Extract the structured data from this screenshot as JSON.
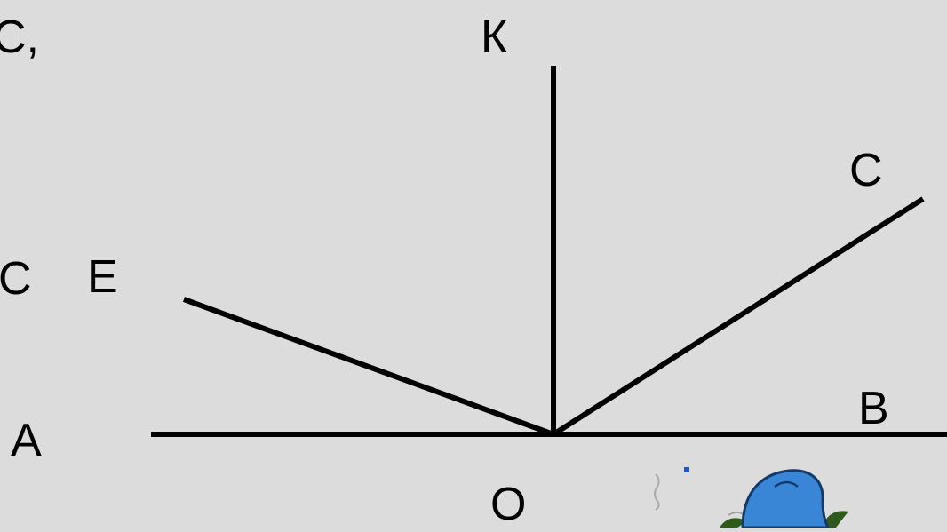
{
  "points": {
    "K": "К",
    "C": "C",
    "E": "E",
    "B": "B",
    "A": "A",
    "O": "O"
  },
  "fragments": {
    "top_left": "C,",
    "mid_left": "C"
  },
  "colors": {
    "background": "#dcdcdc",
    "lines": "#000000",
    "hat": "#3a86d6",
    "leaves": "#2f5a1c"
  },
  "decoration": {
    "icon": "blue-hat-character-icon"
  }
}
